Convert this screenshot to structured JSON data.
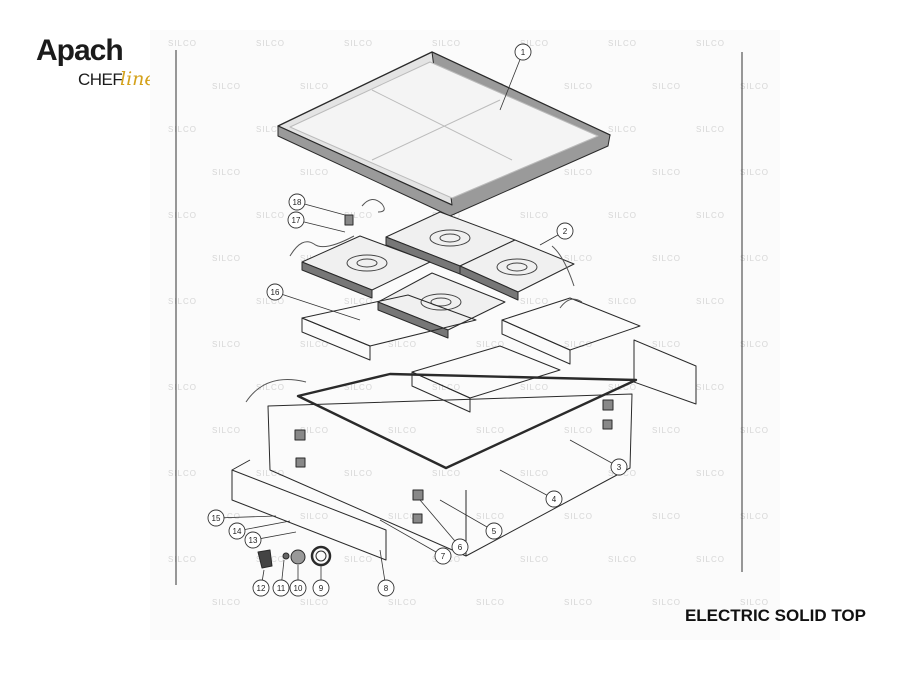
{
  "logo": {
    "brand": "Apach",
    "chef": "CHEF",
    "line": "line"
  },
  "title": "ELECTRIC SOLID TOP",
  "watermark": "SILCO",
  "callouts": [
    "1",
    "2",
    "3",
    "4",
    "5",
    "6",
    "7",
    "8",
    "9",
    "10",
    "11",
    "12",
    "13",
    "14",
    "15",
    "16",
    "17",
    "18"
  ],
  "colors": {
    "line": "#2a2a2a",
    "watermark": "#d6d6d6",
    "logo_accent": "#d4a21c"
  }
}
